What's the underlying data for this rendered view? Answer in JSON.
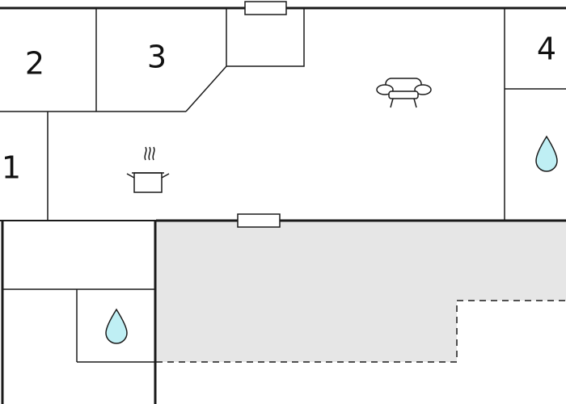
{
  "rooms": [
    {
      "id": "room-1",
      "label": "1"
    },
    {
      "id": "room-2",
      "label": "2"
    },
    {
      "id": "room-3",
      "label": "3"
    },
    {
      "id": "room-4",
      "label": "4"
    }
  ],
  "icons": {
    "kitchen": "cooking-pot-icon",
    "living": "sofa-icon",
    "bathroom": "water-drop-icon"
  },
  "colors": {
    "wall": "#1a1a1a",
    "terrace": "#e6e6e6",
    "water_drop": "#bfeff4"
  }
}
